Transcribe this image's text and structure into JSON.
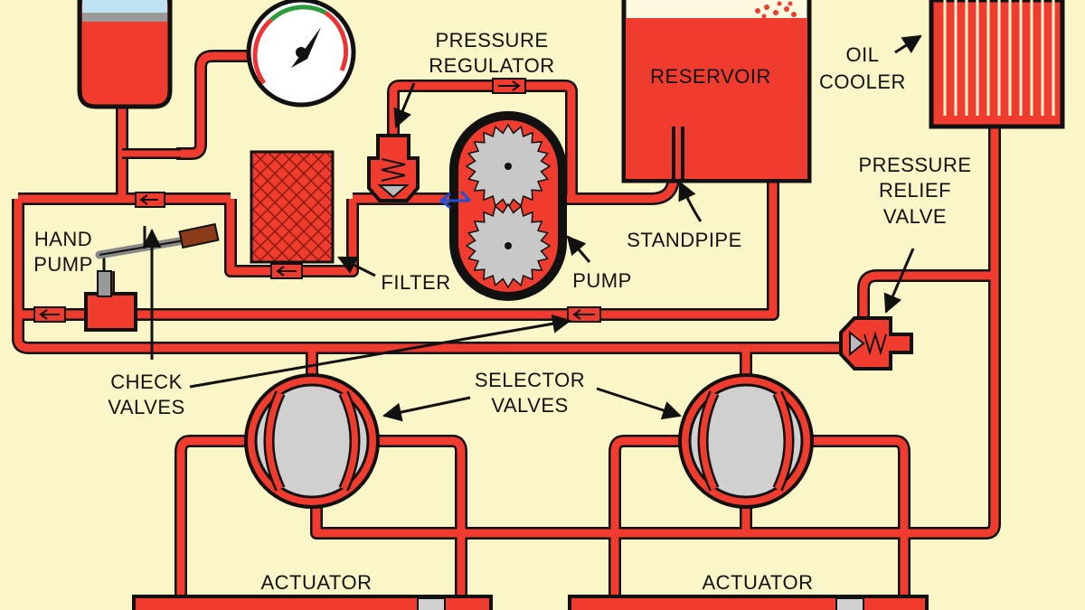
{
  "colors": {
    "background": "#faf6c8",
    "fluid": "#f03c2e",
    "outline": "#111111",
    "gear": "#c8c8c8",
    "valve_body": "#d0d0d0",
    "reservoir_top": "#bfe3f2",
    "piston": "#999999",
    "handle": "#8b3a1a",
    "flow_arrow": "#1d4fd8"
  },
  "icons": [
    "pressure-gauge-icon",
    "gear-pump-icon",
    "filter-icon",
    "spring-icon",
    "check-valve-icon",
    "rotary-selector-valve-icon",
    "hand-pump-icon"
  ],
  "labels": {
    "pressure_regulator": [
      "PRESSURE",
      "REGULATOR"
    ],
    "reservoir": "RESERVOIR",
    "oil_cooler": [
      "OIL",
      "COOLER"
    ],
    "pressure_relief_valve": [
      "PRESSURE",
      "RELIEF",
      "VALVE"
    ],
    "standpipe": "STANDPIPE",
    "hand_pump": [
      "HAND",
      "PUMP"
    ],
    "filter": "FILTER",
    "pump": "PUMP",
    "check_valves": [
      "CHECK",
      "VALVES"
    ],
    "selector_valves": [
      "SELECTOR",
      "VALVES"
    ],
    "actuator_left": "ACTUATOR",
    "actuator_right": "ACTUATOR"
  }
}
